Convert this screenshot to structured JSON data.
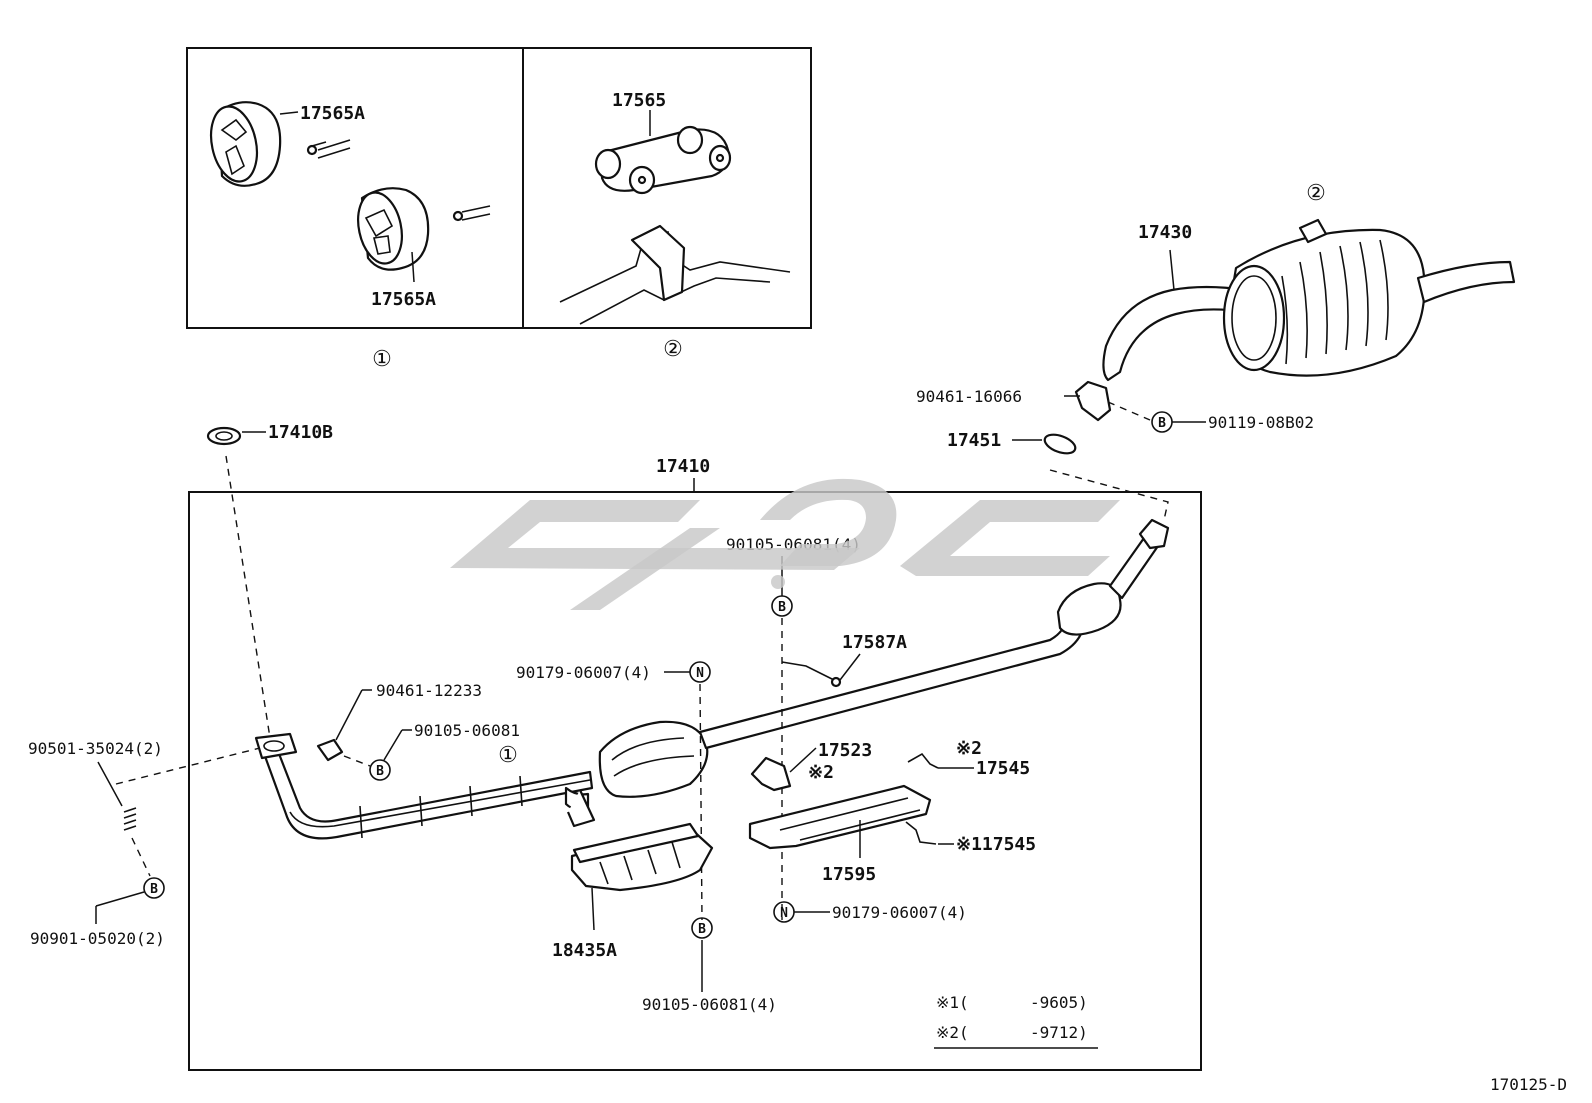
{
  "diagram_code": "170125-D",
  "detail_box": {
    "ref_1": "①",
    "ref_2": "②",
    "part_17565A_top": "17565A",
    "part_17565A_bottom": "17565A",
    "part_17565": "17565"
  },
  "tailpipe": {
    "ref_2": "②",
    "part_17430": "17430",
    "part_90461_16066": "90461-16066",
    "part_90119_08B02": "90119-08B02",
    "part_17451": "17451"
  },
  "main_box": {
    "title": "17410",
    "part_17410B": "17410B",
    "part_90105_06081_4_top": "90105-06081(4)",
    "part_17587A": "17587A",
    "part_90179_06007_4_left": "90179-06007(4)",
    "part_90461_12233": "90461-12233",
    "part_90105_06081": "90105-06081",
    "ref_1": "①",
    "part_17523": "17523",
    "mark_2_a": "※2",
    "mark_2_b": "※2",
    "part_17545_a": "17545",
    "part_17545_b": "※117545",
    "part_17595": "17595",
    "part_90179_06007_4_bottom": "90179-06007(4)",
    "part_18435A": "18435A",
    "part_90105_06081_4_bottom": "90105-06081(4)"
  },
  "left_parts": {
    "part_90501_35024_2": "90501-35024(2)",
    "part_90901_05020_2": "90901-05020(2)"
  },
  "fastener_letters": {
    "B": "B",
    "N": "N"
  },
  "notes": {
    "note_1_mark": "※1(",
    "note_1_range": "-9605)",
    "note_2_mark": "※2(",
    "note_2_range": "-9712)"
  }
}
